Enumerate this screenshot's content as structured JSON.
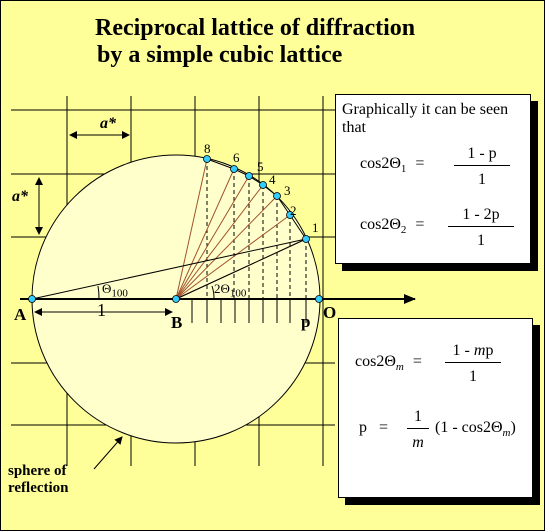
{
  "title": {
    "line1": "Reciprocal lattice of diffraction",
    "line2": "by a simple cubic lattice"
  },
  "labels": {
    "a_star_horizontal": "a*",
    "a_star_vertical": "a*",
    "point_A": "A",
    "point_B": "B",
    "point_O": "O",
    "point_p": "p",
    "distance_AB": "1",
    "theta_100": {
      "base": "Θ",
      "sub": "100"
    },
    "two_theta_100": {
      "base": "2Θ",
      "sub": "100"
    },
    "sphere_line1": "sphere of",
    "sphere_line2": "reflection",
    "reflection_numbers": [
      "1",
      "2",
      "3",
      "4",
      "5",
      "6",
      "8"
    ]
  },
  "box_top": {
    "intro": "Graphically it can be seen that",
    "eq1": {
      "lhs": "cos2Θ",
      "sub": "1",
      "eq": "=",
      "num": "1 - p",
      "den": "1"
    },
    "eq2": {
      "lhs": "cos2Θ",
      "sub": "2",
      "eq": "=",
      "num": "1 - 2p",
      "den": "1"
    }
  },
  "box_bottom": {
    "eq1": {
      "lhs": "cos2Θ",
      "sub": "m",
      "eq": "=",
      "num_a": "1 - ",
      "num_m": "m",
      "num_b": "p",
      "den": "1"
    },
    "eq2": {
      "lhs": "p",
      "eq": "=",
      "num": "1",
      "den": "m",
      "rhs_a": "(1 - cos2Θ",
      "rhs_sub": "m",
      "rhs_b": ")"
    }
  },
  "colors": {
    "background": "#ffff99",
    "sphere_fill": "#ffffcc",
    "point": "#33ccff",
    "diffraction_lines": "#a0522d",
    "box": "#ffffff"
  }
}
